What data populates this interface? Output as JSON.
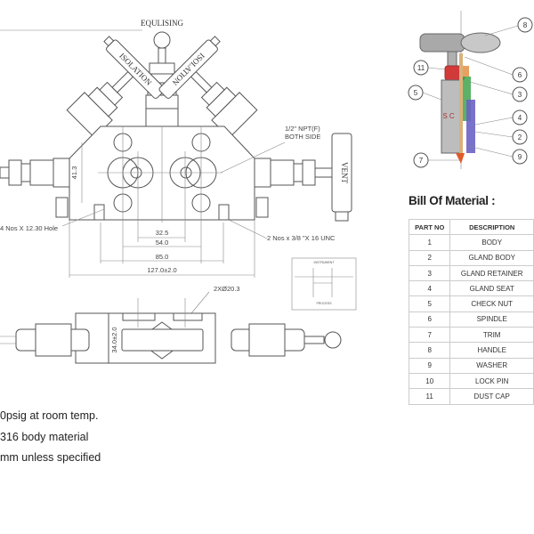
{
  "drawing": {
    "equalising_label": "EQULISING",
    "isolation_left_label": "ISOLATION",
    "isolation_right_label": "ISOLATION",
    "vent_label": "VENT",
    "npt_label_line1": "1/2\" NPT(F)",
    "npt_label_line2": "BOTH SIDE",
    "hole_callout": "4 Nos X 12.30 Hole",
    "unc_callout": "2 Nos x 3/8 \"X 16 UNC",
    "height_dim": "41.3",
    "dims": [
      "32.5",
      "54.0",
      "85.0",
      "127.0±2.0"
    ],
    "bore_callout": "2XØ20.3",
    "depth_dim": "34.0±2.0",
    "schematic": {
      "top_label": "INSTRUMENT",
      "bottom_label": "PROCESS"
    }
  },
  "cutaway": {
    "callouts": [
      "8",
      "6",
      "3",
      "4",
      "2",
      "9",
      "11",
      "5",
      "7"
    ],
    "colors": {
      "cap": "#d23a3a",
      "gland": "#3fa34d",
      "body": "#6a63c4",
      "spindle": "#d9b27a"
    }
  },
  "bom": {
    "title": "Bill Of Material :",
    "headers": [
      "PART NO",
      "DESCRIPTION"
    ],
    "rows": [
      [
        "1",
        "BODY"
      ],
      [
        "2",
        "GLAND BODY"
      ],
      [
        "3",
        "GLAND RETAINER"
      ],
      [
        "4",
        "GLAND SEAT"
      ],
      [
        "5",
        "CHECK NUT"
      ],
      [
        "6",
        "SPINDLE"
      ],
      [
        "7",
        "TRIM"
      ],
      [
        "8",
        "HANDLE"
      ],
      [
        "9",
        "WASHER"
      ],
      [
        "10",
        "LOCK PIN"
      ],
      [
        "11",
        "DUST CAP"
      ]
    ]
  },
  "notes": [
    "0psig at room temp.",
    "316 body material",
    "mm unless specified"
  ]
}
